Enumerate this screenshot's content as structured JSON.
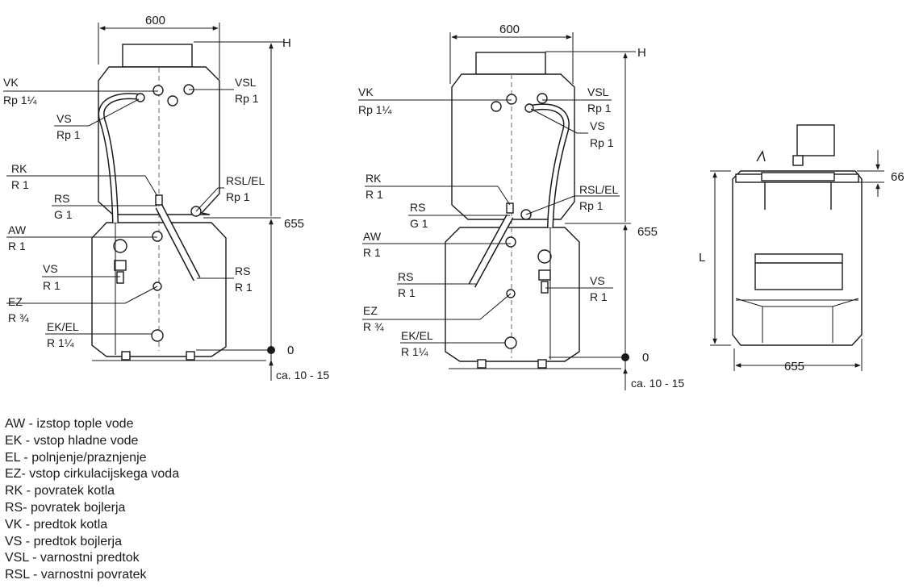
{
  "dimensions": {
    "width_600": "600",
    "height_H": "H",
    "height_655": "655",
    "zero": "0",
    "foot_gap": "ca. 10 - 15",
    "side_width_655": "655",
    "side_L": "L",
    "side_66": "66"
  },
  "left_view": {
    "vk": "VK",
    "vk_thread": "Rp 1¼",
    "vs_top": "VS",
    "vs_top_thread": "Rp 1",
    "vsl": "VSL",
    "vsl_thread": "Rp 1",
    "rk": "RK",
    "rk_thread": "R 1",
    "rs_top": "RS",
    "rs_top_thread": "G 1",
    "rsl_el": "RSL/EL",
    "rsl_el_thread": "Rp 1",
    "aw": "AW",
    "aw_thread": "R 1",
    "vs_bottom": "VS",
    "vs_bottom_thread": "R 1",
    "rs_bottom": "RS",
    "rs_bottom_thread": "R 1",
    "ez": "EZ",
    "ez_thread": "R ¾",
    "ek_el": "EK/EL",
    "ek_el_thread": "R 1¼"
  },
  "middle_view": {
    "vk": "VK",
    "vk_thread": "Rp 1¼",
    "vsl": "VSL",
    "vsl_thread": "Rp 1",
    "vs_top": "VS",
    "vs_top_thread": "Rp 1",
    "rk": "RK",
    "rk_thread": "R 1",
    "rs_top": "RS",
    "rs_top_thread": "G 1",
    "rsl_el": "RSL/EL",
    "rsl_el_thread": "Rp 1",
    "aw": "AW",
    "aw_thread": "R 1",
    "rs_bottom": "RS",
    "rs_bottom_thread": "R 1",
    "vs_bottom": "VS",
    "vs_bottom_thread": "R 1",
    "ez": "EZ",
    "ez_thread": "R ¾",
    "ek_el": "EK/EL",
    "ek_el_thread": "R 1¼"
  },
  "legend": [
    "AW - izstop tople vode",
    "EK - vstop hladne vode",
    "EL - polnjenje/praznjenje",
    "EZ- vstop cirkulacijskega voda",
    "RK - povratek kotla",
    "RS- povratek bojlerja",
    "VK - predtok kotla",
    "VS - predtok bojlerja",
    "VSL - varnostni predtok",
    "RSL - varnostni povratek"
  ],
  "colors": {
    "line": "#1a1a1a",
    "fill": "#ffffff",
    "dashed": "#666666"
  }
}
